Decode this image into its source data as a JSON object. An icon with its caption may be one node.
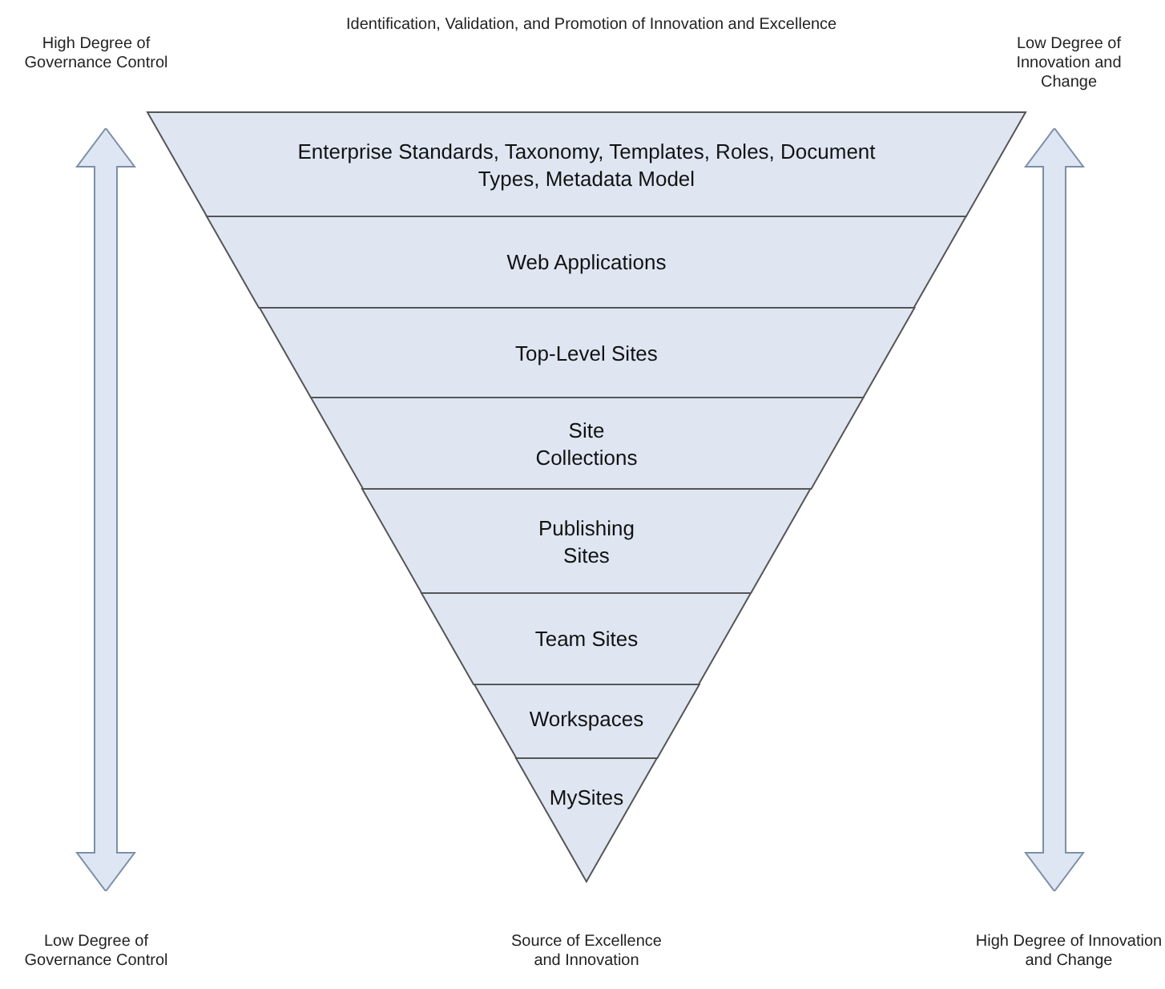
{
  "diagram": {
    "nodes": [
      {
        "text": [
          "Enterprise Standards, Taxonomy, Templates, Roles, Document Types, Metadata Model"
        ]
      },
      {
        "text": [
          "Web Applications"
        ]
      },
      {
        "text": [
          "Top-Level Sites"
        ]
      },
      {
        "text": [
          "Site Collections"
        ]
      },
      {
        "text": [
          "Publishing Sites"
        ]
      },
      {
        "text": [
          "Team Sites"
        ]
      },
      {
        "text": [
          "Workspaces"
        ]
      },
      {
        "text": [
          "MySites"
        ]
      }
    ],
    "edges": [],
    "labels": [
      "Identification, Validation, and Promotion of Innovation and Excellence",
      "High Degree of Governance Control",
      "Low Degree of Innovation and Change",
      "Low Degree of Governance Control",
      "Source of Excellence and Innovation",
      "High Degree of Innovation and Change"
    ]
  }
}
